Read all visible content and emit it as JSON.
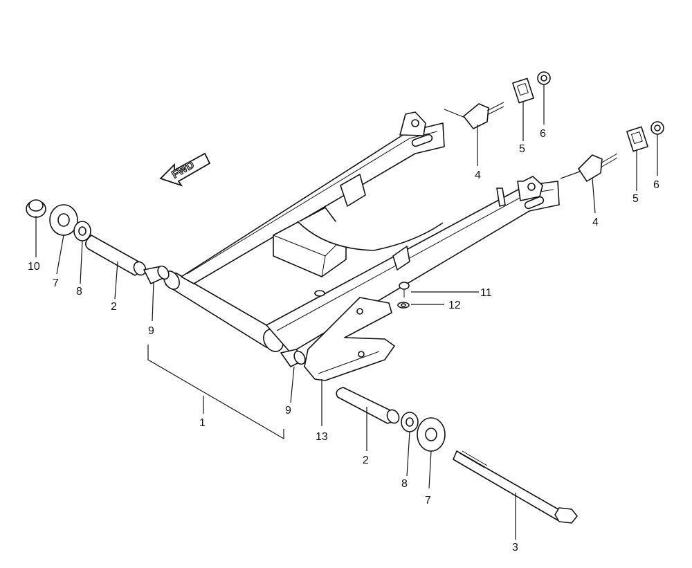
{
  "direction_marker": "FWD",
  "callouts": {
    "c1": "1",
    "c2a": "2",
    "c2b": "2",
    "c3": "3",
    "c4a": "4",
    "c4b": "4",
    "c5a": "5",
    "c5b": "5",
    "c6a": "6",
    "c6b": "6",
    "c7a": "7",
    "c7b": "7",
    "c8a": "8",
    "c8b": "8",
    "c9a": "9",
    "c9b": "9",
    "c10": "10",
    "c11": "11",
    "c12": "12",
    "c13": "13"
  }
}
